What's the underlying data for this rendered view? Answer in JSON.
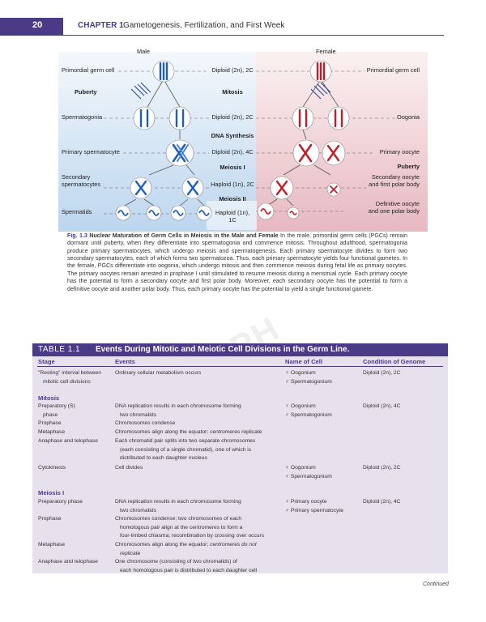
{
  "header": {
    "page_number": "20",
    "chapter": "CHAPTER 1",
    "title": "Gametogenesis, Fertilization, and First Week"
  },
  "figure": {
    "male_label": "Male",
    "female_label": "Female",
    "left_labels": [
      "Primordial germ cell",
      "Spermatogonia",
      "Primary spermatocyte",
      "Secondary spermatocytes",
      "Spermatids"
    ],
    "puberty_left": "Puberty",
    "center_labels": [
      "Diploid (2n), 2C",
      "Mitosis",
      "Diploid (2n), 2C",
      "DNA Synthesis",
      "Diploid (2n), 4C",
      "Meiosis I",
      "Haploid (1n), 2C",
      "Meiosis II",
      "Haploid (1n),",
      "1C"
    ],
    "right_labels": [
      "Primordial germ cell",
      "Oogonia",
      "Primary oocyte",
      "Puberty",
      "Secondary oocyte",
      "and first polar body",
      "Definitive oocyte",
      "and one polar body"
    ],
    "caption_number": "Fig. 1.3",
    "caption_title": "Nuclear Maturation of Germ Cells in Meiosis in the Male and Female",
    "caption_text": "In the male, primordial germ cells (PGCs) remain dormant until puberty, when they differentiate into spermatogonia and commence mitosis. Throughout adulthood, spermatogonia produce primary spermatocytes, which undergo meiosis and spermatogenesis. Each primary spermatocyte divides to form two secondary spermatocytes, each of which forms two spermatozoa. Thus, each primary spermatocyte yields four functional gametes. In the female, PGCs differentiate into oogonia, which undergo mitosis and then commence meiosis during fetal life as primary oocytes. The primary oocytes remain arrested in prophase I until stimulated to resume meiosis during a menstrual cycle. Each primary oocyte has the potential to form a secondary oocyte and first polar body. Moreover, each secondary oocyte has the potential to form a definitive oocyte and another polar body. Thus, each primary oocyte has the potential to yield a single functional gamete."
  },
  "watermark": "JPH",
  "table": {
    "label": "TABLE 1.1",
    "title": "Events During Mitotic and Meiotic Cell Divisions in the Germ Line.",
    "headers": [
      "Stage",
      "Events",
      "Name of Cell",
      "Condition of Genome"
    ],
    "resting": {
      "stage": [
        "\"Resting\" interval between",
        "mitotic cell divisions"
      ],
      "events": [
        "Ordinary cellular metabolism occurs"
      ],
      "cells": [
        "♀ Oogonium",
        "♂ Spermatogonium"
      ],
      "genome": "Diploid (2n), 2C"
    },
    "mitosis_title": "Mitosis",
    "mitosis": {
      "prep_stage": [
        "Preparatory (S)",
        "phase"
      ],
      "prep_events": [
        "DNA replication results in each chromosome forming",
        "two chromatids"
      ],
      "prep_cells": [
        "♀ Oogonium",
        "♂ Spermatogonium"
      ],
      "prep_genome": "Diploid (2n), 4C",
      "prophase": "Prophase",
      "prophase_ev": "Chromosomes condense",
      "metaphase": "Metaphase",
      "metaphase_ev": "Chromosomes align along the equator; centromeres replicate",
      "anaphase": "Anaphase and telophase",
      "anaphase_ev": [
        "Each chromatid pair splits into two separate chromosomes",
        "(each consisting of a single chromatid), one of which is",
        "distributed to each daughter nucleus"
      ],
      "cytokinesis": "Cytokinesis",
      "cytokinesis_ev": "Cell divides",
      "cyto_cells": [
        "♀ Oogonium",
        "♂ Spermatogonium"
      ],
      "cyto_genome": "Diploid (2n), 2C"
    },
    "meiosis_title": "Meiosis I",
    "meiosis": {
      "prep_stage": "Preparatory phase",
      "prep_events": [
        "DNA replication results in each chromosome forming",
        "two chromatids"
      ],
      "prep_cells": [
        "♀ Primary oocyte",
        "♂ Primary spermatocyte"
      ],
      "prep_genome": "Diploid (2n), 4C",
      "prophase": "Prophase",
      "prophase_ev": [
        "Chromosomes condense; two chromosomes of each",
        "homologous pair align at the centromeres to form a",
        "four-limbed chiasma; recombination by crossing over occurs"
      ],
      "metaphase": "Metaphase",
      "metaphase_ev": "Chromosomes align along the equator;",
      "metaphase_ev_it": "centromeres do not",
      "metaphase_ev_it2": "replicate",
      "anaphase": "Anaphase and telophase",
      "anaphase_ev": [
        "One chromosome (consisting of two chromatids) of",
        "each homologous pair is distributed to each daughter cell"
      ]
    },
    "continued": "Continued"
  }
}
